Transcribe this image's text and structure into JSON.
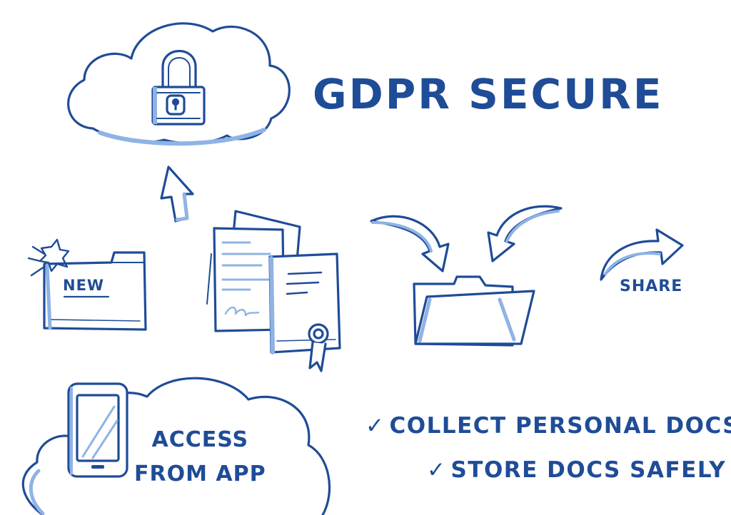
{
  "title": "GDPR SECURE",
  "new_label": "NEW",
  "share_label": "SHARE",
  "access_label": {
    "line1": "ACCESS",
    "line2": "FROM APP"
  },
  "checklist": [
    "COLLECT PERSONAL DOCS",
    "STORE DOCS SAFELY"
  ],
  "check_glyph": "✓",
  "colors": {
    "stroke": "#1f4c97",
    "shade": "#8fb3e5",
    "background": "#ffffff"
  },
  "icons": [
    "cloud-icon",
    "padlock-icon",
    "arrow-up-icon",
    "new-folder-icon",
    "documents-icon",
    "certificate-icon",
    "curved-arrow-icon",
    "open-folder-icon",
    "share-arrow-icon",
    "smartphone-icon"
  ]
}
